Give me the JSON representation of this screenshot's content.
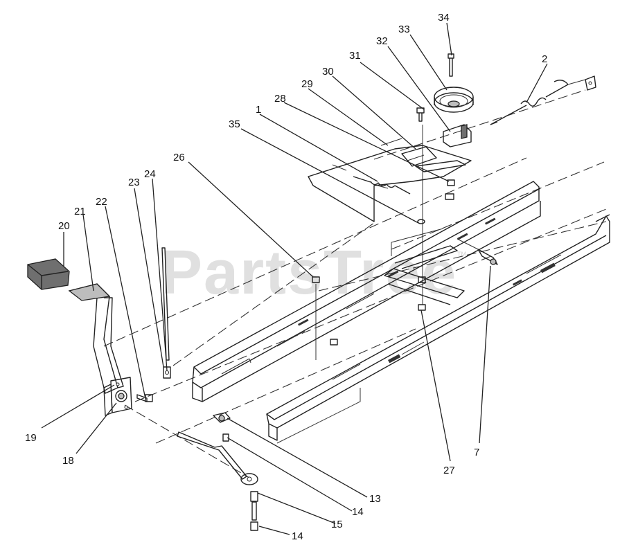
{
  "watermark": "PartsTree",
  "watermark_tm": "TM",
  "callouts": [
    {
      "id": "c34",
      "label": "34"
    },
    {
      "id": "c33",
      "label": "33"
    },
    {
      "id": "c32",
      "label": "32"
    },
    {
      "id": "c31",
      "label": "31"
    },
    {
      "id": "c2",
      "label": "2"
    },
    {
      "id": "c30",
      "label": "30"
    },
    {
      "id": "c29",
      "label": "29"
    },
    {
      "id": "c28",
      "label": "28"
    },
    {
      "id": "c1",
      "label": "1"
    },
    {
      "id": "c35",
      "label": "35"
    },
    {
      "id": "c26",
      "label": "26"
    },
    {
      "id": "c24",
      "label": "24"
    },
    {
      "id": "c23",
      "label": "23"
    },
    {
      "id": "c22",
      "label": "22"
    },
    {
      "id": "c21",
      "label": "21"
    },
    {
      "id": "c20",
      "label": "20"
    },
    {
      "id": "c19",
      "label": "19"
    },
    {
      "id": "c18",
      "label": "18"
    },
    {
      "id": "c13",
      "label": "13"
    },
    {
      "id": "c14a",
      "label": "14"
    },
    {
      "id": "c15",
      "label": "15"
    },
    {
      "id": "c14b",
      "label": "14"
    },
    {
      "id": "c27",
      "label": "27"
    },
    {
      "id": "c7",
      "label": "7"
    }
  ]
}
